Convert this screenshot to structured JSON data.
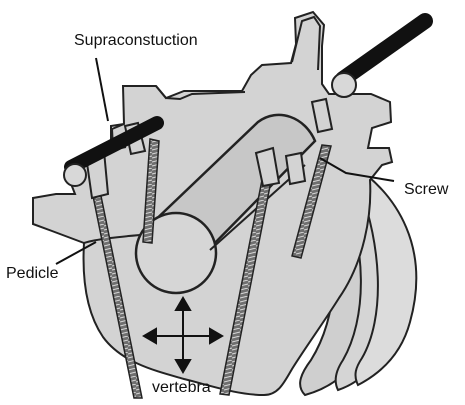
{
  "labels": {
    "supraconstruction": "Supraconstuction",
    "screw": "Screw",
    "pedicle": "Pedicle",
    "vertebra": "vertebra"
  },
  "colors": {
    "vertebra_fill": "#d3d3d3",
    "cylinder_fill": "#c7c7c7",
    "rod_fill": "#111111",
    "screw_fill": "#6f6f6f",
    "line_color": "#222222"
  },
  "icons": {
    "motion": "four-way-arrow-icon"
  }
}
